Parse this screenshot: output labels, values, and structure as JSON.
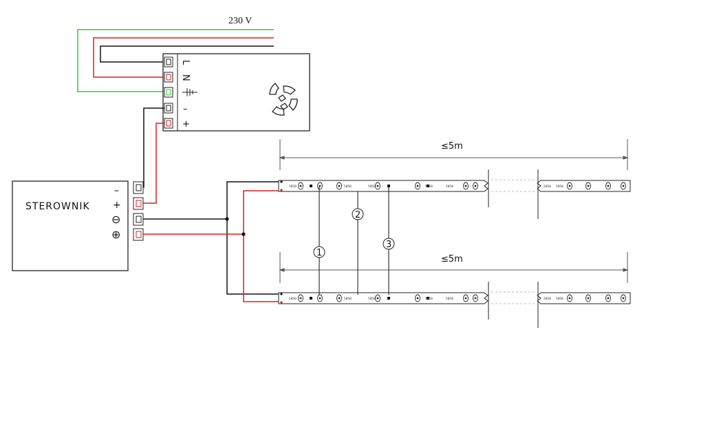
{
  "mains": {
    "voltage_label": "230 V"
  },
  "psu": {
    "terminals": [
      {
        "symbol": "L"
      },
      {
        "symbol": "N"
      },
      {
        "symbol": "⏚"
      },
      {
        "symbol": "–"
      },
      {
        "symbol": "+"
      }
    ]
  },
  "controller": {
    "label": "STEROWNIK",
    "terminals": [
      {
        "symbol": "–"
      },
      {
        "symbol": "+"
      },
      {
        "symbol": "⊖"
      },
      {
        "symbol": "⊕"
      }
    ]
  },
  "strips": {
    "length_label": "≤5m",
    "chip_label": "5050",
    "markers": [
      "1",
      "2",
      "3"
    ]
  },
  "colors": {
    "live": "#d42020",
    "earth": "#33cc33",
    "neutral": "#111111",
    "outline": "#222222"
  }
}
